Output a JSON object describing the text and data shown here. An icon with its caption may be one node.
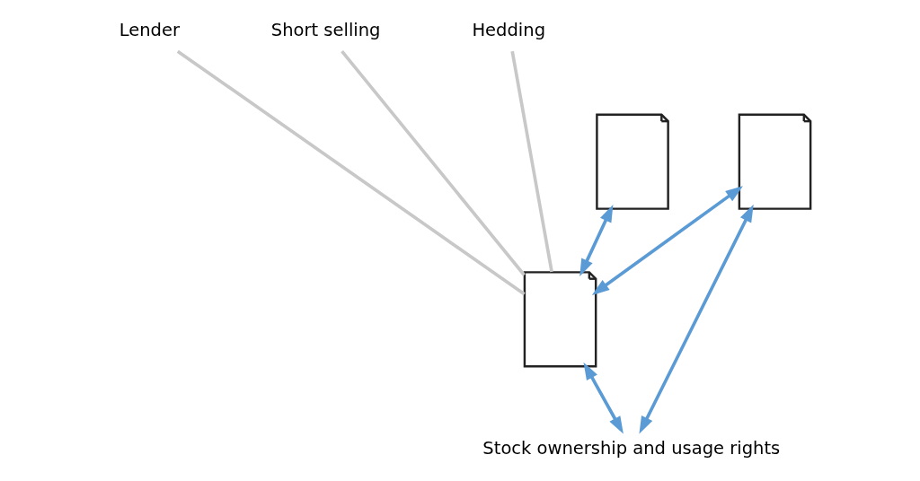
{
  "diagram": {
    "nodes": [
      {
        "text": [
          "Lender"
        ]
      },
      {
        "text": [
          "Short selling"
        ]
      },
      {
        "text": [
          "Hedding"
        ]
      },
      {
        "text": [],
        "shape": "picture"
      },
      {
        "text": [],
        "shape": "picture"
      },
      {
        "text": [],
        "shape": "picture"
      },
      {
        "text": [
          "Stock ownership and usage rights"
        ]
      }
    ],
    "edges": [
      {
        "from": 0,
        "to": 4,
        "arrow": "none",
        "color": "#c8c8c8"
      },
      {
        "from": 1,
        "to": 4,
        "arrow": "none",
        "color": "#c8c8c8"
      },
      {
        "from": 2,
        "to": 4,
        "arrow": "none",
        "color": "#c8c8c8"
      },
      {
        "from": 3,
        "to": 4,
        "arrow": "both"
      },
      {
        "from": 5,
        "to": 4,
        "arrow": "both"
      },
      {
        "from": 4,
        "to": 6,
        "arrow": "both"
      },
      {
        "from": 5,
        "to": 6,
        "arrow": "both"
      }
    ]
  }
}
